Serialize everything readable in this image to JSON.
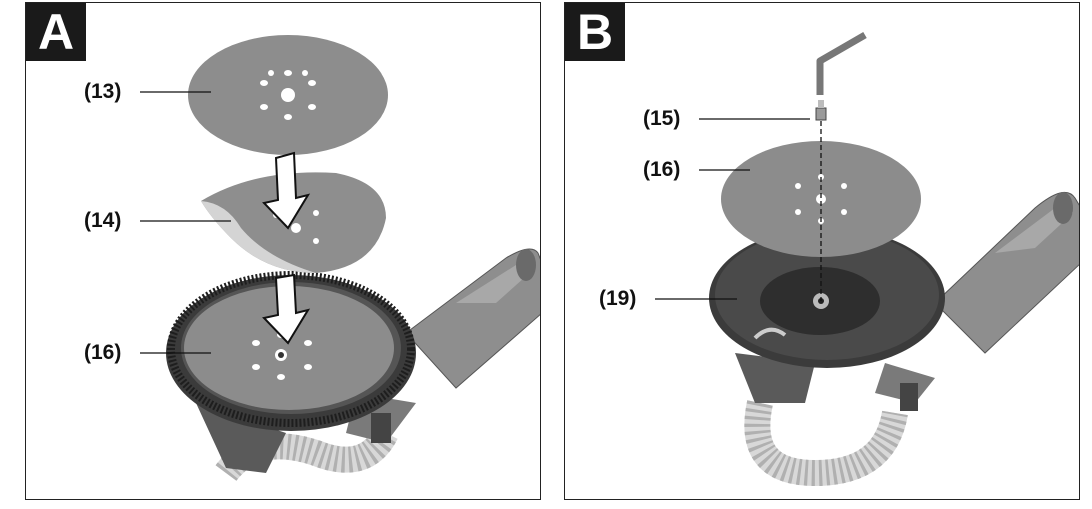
{
  "panels": [
    {
      "letter": "A",
      "callouts": [
        "(13)",
        "(14)",
        "(16)"
      ]
    },
    {
      "letter": "B",
      "callouts": [
        "(15)",
        "(16)",
        "(19)"
      ]
    }
  ],
  "colors": {
    "disc": "#8d8d8d",
    "disc_dark": "#6e6e6e",
    "housing": "#3a3a3a",
    "handle": "#9a9a9a",
    "frame": "#222222"
  }
}
